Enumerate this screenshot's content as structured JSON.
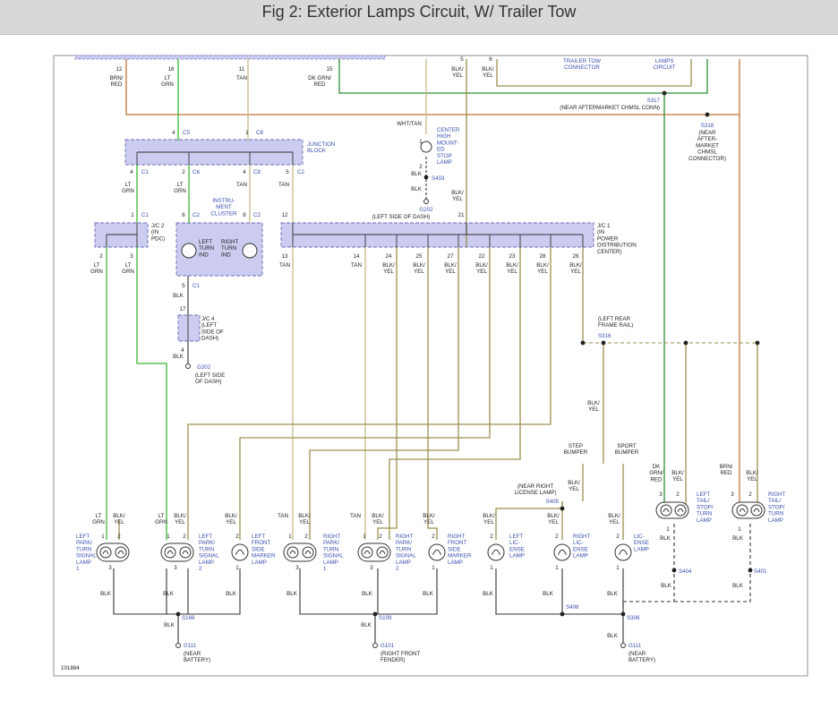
{
  "title": "Fig 2: Exterior Lamps Circuit, W/ Trailer Tow",
  "figure_id": "101884",
  "colors": {
    "green": "#3cb832",
    "tan": "#c8b98a",
    "olive": "#9c9050",
    "dkgreen": "#2f8d3a",
    "brown": "#c07438",
    "black": "#333333",
    "label_blue": "#3a4fb0",
    "box_fill": "#ccccf0"
  },
  "top": {
    "w12": "12",
    "w12c": "BRN/\nRED",
    "w16": "16",
    "w16c": "LT\nGRN",
    "w11": "11",
    "w11c": "TAN",
    "w15": "15",
    "w15c": "DK GRN/\nRED",
    "w5": "5",
    "w5c": "BLK/\nYEL",
    "w6": "6",
    "w6c": "BLK/\nYEL",
    "trailer": "TRAILER TOW\nCONNECTOR",
    "lamps": "LAMPS\nCIRCUIT",
    "s317": "S317",
    "s317d": "(NEAR AFTERMARKET CHMSL CONN)",
    "s318": "S318",
    "s318d": "(NEAR\nAFTER-\nMARKET\nCHMSL\nCONNECTOR)"
  },
  "jb": {
    "label": "JUNCTION\nBLOCK",
    "p4c5": "4",
    "c5": "C5",
    "p1c8": "1",
    "c8": "C8",
    "p4c1": "4",
    "c1": "C1",
    "p2c6": "2",
    "c6": "C6",
    "p4c8b": "4",
    "c8b": "C8",
    "p5c2": "5",
    "c2": "C2",
    "w1": "LT\nGRN",
    "w2": "LT\nGRN",
    "w3": "TAN",
    "w4": "TAN"
  },
  "chmsl": {
    "wire": "WHT/TAN",
    "p1": "1",
    "p2": "2",
    "label": "CENTER\nHIGH\nMOUNT-\nED\nSTOP\nLAMP",
    "blk": "BLK",
    "s403": "S403",
    "g202": "G202",
    "blkyel": "BLK/\nYEL"
  },
  "ic": {
    "label": "INSTRU-\nMENT\nCLUSTER",
    "p6": "6",
    "c2": "C2",
    "p8": "8",
    "c2b": "C2",
    "left": "LEFT\nTURN\nIND",
    "right": "RIGHT\nTURN\nIND",
    "p5": "5",
    "c1": "C1",
    "blk": "BLK"
  },
  "jc2": {
    "p1": "1",
    "c1": "C1",
    "label": "J/C 2\n(IN\nPDC)",
    "p2": "2",
    "p3": "3",
    "w2": "LT\nGRN",
    "w3": "LT\nGRN"
  },
  "jc4": {
    "p17": "17",
    "label": "J/C 4\n(LEFT\nSIDE OF\nDASH)",
    "p4": "4",
    "blk": "BLK",
    "g202": "G202",
    "g202d": "(LEFT SIDE\nOF DASH)"
  },
  "jc1": {
    "p12": "12",
    "p21": "21",
    "dash": "(LEFT SIDE OF DASH)",
    "label": "J/C 1\n(IN\nPOWER\nDISTRIBUTION\nCENTER)",
    "pins": [
      "13",
      "14",
      "24",
      "25",
      "27",
      "22",
      "23",
      "28",
      "26"
    ],
    "colors": [
      "TAN",
      "TAN",
      "BLK/\nYEL",
      "BLK/\nYEL",
      "BLK/\nYEL",
      "BLK/\nYEL",
      "BLK/\nYEL",
      "BLK/\nYEL",
      "BLK/\nYEL"
    ]
  },
  "rear": {
    "frame": "(LEFT REAR\nFRAME RAIL)",
    "s316": "S316",
    "blkyel": "BLK/\nYEL",
    "step": "STEP\nBUMPER",
    "sport": "SPORT\nBUMPER",
    "s405d": "(NEAR RIGHT\nLICENSE LAMP)",
    "s405": "S405",
    "s405w": "BLK/\nYEL"
  },
  "lamps": [
    {
      "name": "LEFT\nPARK/\nTURN\nSIGNAL\nLAMP\n1",
      "w1": "LT\nGRN",
      "w2": "BLK/\nYEL",
      "p1": "1",
      "p2": "2",
      "p3": "3",
      "g": "BLK"
    },
    {
      "name": "LEFT\nPARK/\nTURN\nSIGNAL\nLAMP\n2",
      "w1": "LT\nGRN",
      "w2": "BLK/\nYEL",
      "p1": "1",
      "p2": "2",
      "p3": "3",
      "g": "BLK"
    },
    {
      "name": "LEFT\nFRONT\nSIDE\nMARKER\nLAMP",
      "w1": "BLK/\nYEL",
      "p1": "2",
      "p3": "1",
      "g": "BLK"
    },
    {
      "name": "RIGHT\nPARK/\nTURN\nSIGNAL\nLAMP\n1",
      "w1": "TAN",
      "w2": "BLK/\nYEL",
      "p1": "1",
      "p2": "2",
      "p3": "3",
      "g": "BLK"
    },
    {
      "name": "RIGHT\nPARK/\nTURN\nSIGNAL\nLAMP\n2",
      "w1": "TAN",
      "w2": "BLK/\nYEL",
      "p1": "1",
      "p2": "2",
      "p3": "3",
      "g": "BLK"
    },
    {
      "name": "RIGHT\nFRONT\nSIDE\nMARKER\nLAMP",
      "w1": "BLK/\nYEL",
      "p1": "2",
      "p3": "1",
      "g": "BLK"
    },
    {
      "name": "LEFT\nLIC-\nENSE\nLAMP",
      "w1": "BLK/\nYEL",
      "p1": "2",
      "p3": "1",
      "g": "BLK"
    },
    {
      "name": "RIGHT\nLIC-\nENSE\nLAMP",
      "w1": "BLK/\nYEL",
      "p1": "2",
      "p3": "1",
      "g": "BLK"
    },
    {
      "name": "LIC-\nENSE\nLAMP",
      "w1": "BLK/\nYEL",
      "p1": "2",
      "p3": "1",
      "g": "BLK"
    },
    {
      "name": "LEFT\nTAIL/\nSTOP/\nTURN\nLAMP",
      "w1": "DK\nGRN/\nRED",
      "w2": "BLK/\nYEL",
      "p1": "3",
      "p2": "2",
      "p3": "1",
      "g": "BLK"
    },
    {
      "name": "RIGHT\nTAIL/\nSTOP/\nTURN\nLAMP",
      "w1": "BRN/\nRED",
      "w2": "BLK/\nYEL",
      "p1": "3",
      "p2": "2",
      "p3": "1",
      "g": "BLK"
    }
  ],
  "grounds": {
    "s166": "S166",
    "s109": "S109",
    "s406": "S406",
    "s306": "S306",
    "s404": "S404",
    "s401": "S401",
    "blk1": "BLK",
    "blk2": "BLK",
    "blk3": "BLK",
    "blk4": "BLK",
    "blk5": "BLK",
    "g111a": "G111",
    "g111ad": "(NEAR\nBATTERY)",
    "g101": "G101",
    "g101d": "(RIGHT FRONT\nFENDER)",
    "g111b": "G111",
    "g111bd": "(NEAR\nBATTERY)"
  }
}
